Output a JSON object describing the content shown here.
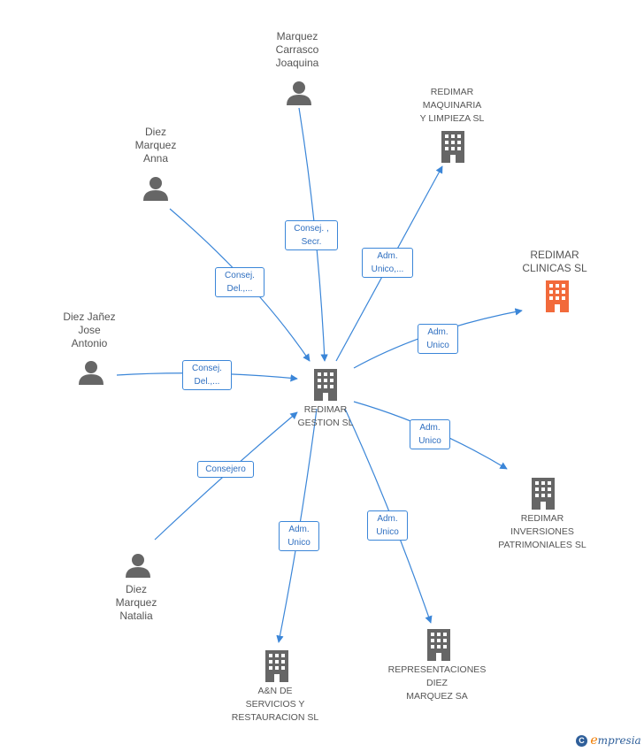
{
  "colors": {
    "node": "#666666",
    "highlight": "#f26a3b",
    "edge": "#3b86d8"
  },
  "nodes": {
    "marquez_carrasco": {
      "label": "Marquez\nCarrasco\nJoaquina",
      "icon": "person-icon"
    },
    "diez_marquez_anna": {
      "label": "Diez\nMarquez\nAnna",
      "icon": "person-icon"
    },
    "diez_janez": {
      "label": "Diez Jañez\nJose\nAntonio",
      "icon": "person-icon"
    },
    "diez_marquez_natalia": {
      "label": "Diez\nMarquez\nNatalia",
      "icon": "person-icon"
    },
    "redimar_gestion": {
      "label": "REDIMAR\nGESTION SL",
      "icon": "building-icon"
    },
    "redimar_maquinaria": {
      "label": "REDIMAR\nMAQUINARIA\nY LIMPIEZA SL",
      "icon": "building-icon"
    },
    "redimar_clinicas": {
      "label": "REDIMAR\nCLINICAS SL",
      "icon": "building-icon"
    },
    "redimar_inversiones": {
      "label": "REDIMAR\nINVERSIONES\nPATRIMONIALES SL",
      "icon": "building-icon"
    },
    "representaciones": {
      "label": "REPRESENTACIONES\nDIEZ\nMARQUEZ SA",
      "icon": "building-icon"
    },
    "ayn_servicios": {
      "label": "A&N DE\nSERVICIOS Y\nRESTAURACION SL",
      "icon": "building-icon"
    }
  },
  "edges": {
    "e1": "Consej. ,\nSecr.",
    "e2": "Consej.\nDel.,...",
    "e3": "Consej.\nDel.,...",
    "e4": "Consejero",
    "e5": "Adm.\nUnico,...",
    "e6": "Adm.\nUnico",
    "e7": "Adm.\nUnico",
    "e8": "Adm.\nUnico",
    "e9": "Adm.\nUnico"
  },
  "brand": {
    "copyright": "C",
    "first": "e",
    "rest": "mpresia"
  }
}
